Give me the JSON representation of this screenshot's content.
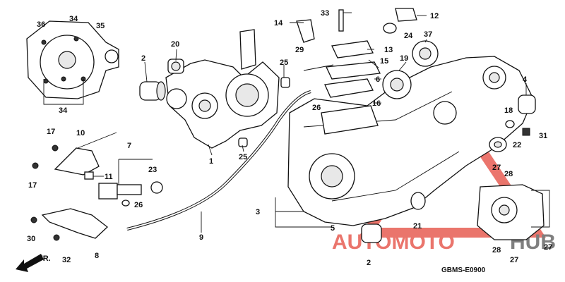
{
  "diagram": {
    "code": "GBMS-E0900",
    "front_label": "FR.",
    "watermark": {
      "text_a": "AUTOMOTO",
      "text_b": "HUB",
      "color_a": "#e4473c",
      "color_b": "#555555"
    },
    "callouts": [
      "1",
      "2",
      "2",
      "3",
      "4",
      "5",
      "6",
      "7",
      "8",
      "9",
      "10",
      "11",
      "12",
      "13",
      "14",
      "15",
      "16",
      "17",
      "17",
      "18",
      "19",
      "20",
      "21",
      "22",
      "23",
      "24",
      "25",
      "25",
      "26",
      "26",
      "27",
      "27",
      "27",
      "28",
      "28",
      "29",
      "30",
      "31",
      "32",
      "33",
      "34",
      "34",
      "35",
      "36",
      "37"
    ]
  }
}
